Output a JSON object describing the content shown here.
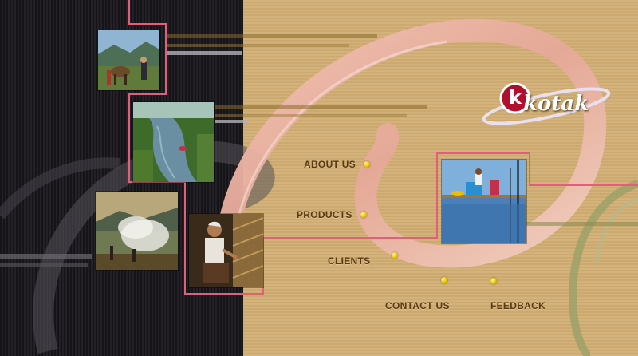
{
  "brand": {
    "logo_text": "kotak",
    "logo_letter": "k",
    "logo_color": "#b0102e"
  },
  "nav": {
    "about": "ABOUT US",
    "products": "PRODUCTS",
    "clients": "CLIENTS",
    "contact": "CONTACT US",
    "feedback": "FEEDBACK"
  },
  "colors": {
    "accent_line": "#e0607a",
    "nav_text": "#5a3a12",
    "dot": "#e0c000"
  }
}
